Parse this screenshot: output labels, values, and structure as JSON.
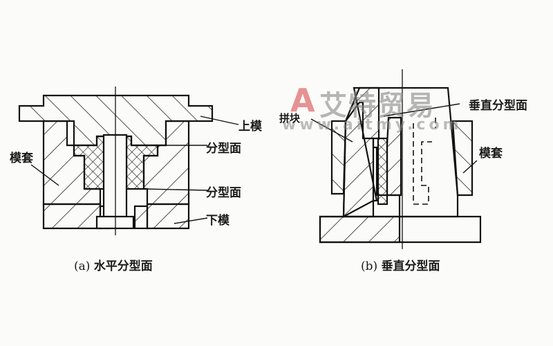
{
  "figure_a": {
    "labels": {
      "upper_die": "上模",
      "parting_surface_1": "分型面",
      "parting_surface_2": "分型面",
      "lower_die": "下模",
      "die_sleeve": "模套"
    },
    "caption_prefix": "(a)",
    "caption": "水平分型面"
  },
  "figure_b": {
    "labels": {
      "vertical_parting_surface": "垂直分型面",
      "insert_block": "拼块",
      "die_sleeve": "模套"
    },
    "caption_prefix": "(b)",
    "caption": "垂直分型面"
  },
  "watermark": {
    "logo_letter": "A",
    "brand": "艾特贸易",
    "url": "www.aitmy.com",
    "color": "#e07070"
  }
}
